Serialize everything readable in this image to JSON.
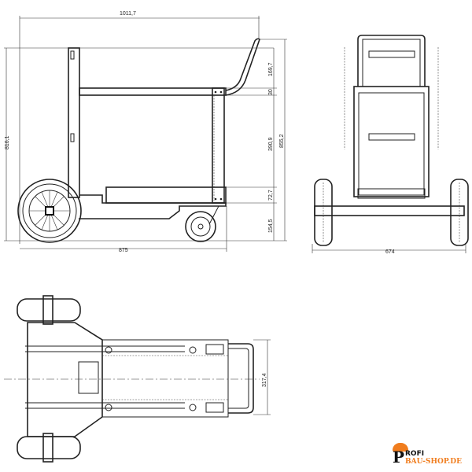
{
  "side_view": {
    "dims": {
      "overall_length": "1011,7",
      "overall_height": "816,1",
      "handle_height": "169,7",
      "shelf_thickness": "30",
      "shelf_gap": "390,9",
      "tray_height": "72,7",
      "ground_clearance": "154,5",
      "total_height": "855,2",
      "base_length": "875"
    }
  },
  "front_view": {
    "dims": {
      "width": "674"
    }
  },
  "top_view": {
    "dims": {
      "handle_width": "317,4"
    }
  },
  "logo": {
    "line1": "ROFI",
    "line2": "BAU-SHOP.DE",
    "initial": "P",
    "accent": "#f07d1e"
  }
}
